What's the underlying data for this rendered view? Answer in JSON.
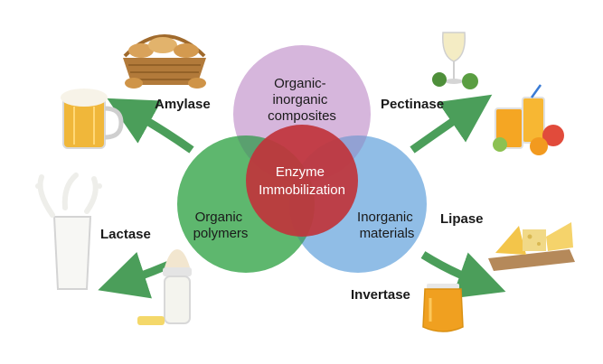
{
  "circles": {
    "top": {
      "lines": [
        "Organic-",
        "inorganic",
        "composites"
      ],
      "color": "#cfa9d6"
    },
    "left": {
      "lines": [
        "Organic",
        "polymers"
      ],
      "color": "#4caf5e"
    },
    "right": {
      "lines": [
        "Inorganic",
        "materials"
      ],
      "color": "#7db2e2"
    },
    "center": {
      "lines": [
        "Enzyme",
        "Immobilization"
      ],
      "color": "#c0343b"
    }
  },
  "enzymes": {
    "amylase": "Amylase",
    "pectinase": "Pectinase",
    "lactase": "Lactase",
    "lipase": "Lipase",
    "invertase": "Invertase"
  },
  "arrow_color": "#4b9e5a",
  "icons": [
    "bread-basket-icon",
    "beer-mug-icon",
    "wine-glass-icon",
    "juice-and-fruit-icon",
    "milk-glass-icon",
    "baby-bottle-icon",
    "cheese-board-icon",
    "honey-jar-icon"
  ]
}
